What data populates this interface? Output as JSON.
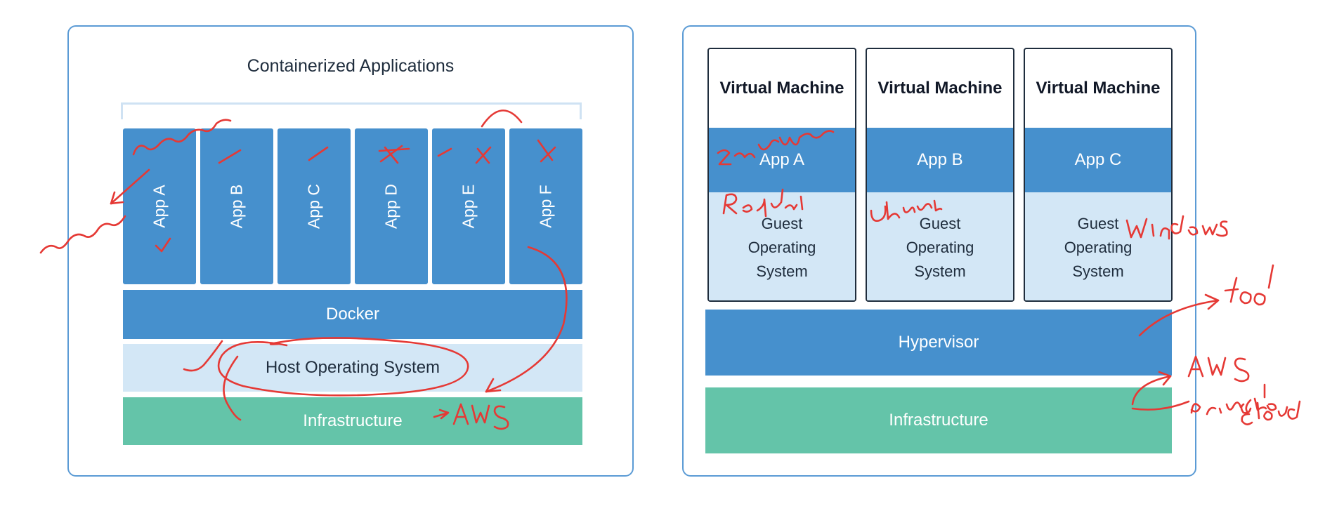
{
  "left_diagram": {
    "title": "Containerized Applications",
    "apps": [
      "App A",
      "App B",
      "App C",
      "App D",
      "App E",
      "App F"
    ],
    "docker": "Docker",
    "host_os": "Host Operating System",
    "infrastructure": "Infrastructure"
  },
  "right_diagram": {
    "vms": [
      {
        "title": "Virtual Machine",
        "app": "App A",
        "guest_os": "Guest\nOperating\nSystem"
      },
      {
        "title": "Virtual Machine",
        "app": "App B",
        "guest_os": "Guest\nOperating\nSystem"
      },
      {
        "title": "Virtual Machine",
        "app": "App C",
        "guest_os": "Guest\nOperating\nSystem"
      }
    ],
    "hypervisor": "Hypervisor",
    "infrastructure": "Infrastructure"
  },
  "colors": {
    "panel_border": "#5b9bd5",
    "blue": "#4690cd",
    "light_blue": "#d3e7f6",
    "green": "#64c4a9",
    "annotation": "#e53935"
  }
}
